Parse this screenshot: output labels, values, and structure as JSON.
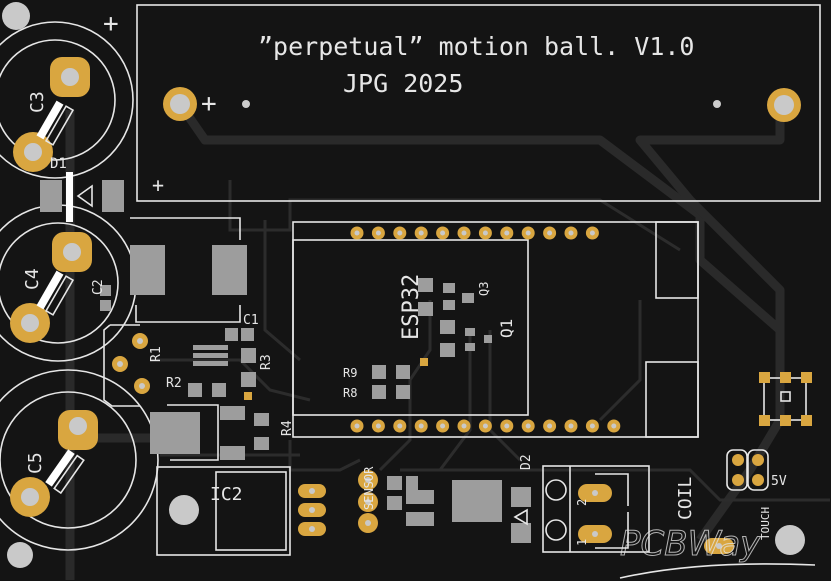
{
  "board": {
    "title_line1": "”perpetual” motion ball. V1.0",
    "title_line2": "JPG 2025",
    "colors": {
      "substrate": "#141414",
      "silkscreen": "#e6e6e6",
      "copper_pad": "#d9a640",
      "smd_pad": "#9d9d9d",
      "trace": "#2c2c2c"
    }
  },
  "labels": {
    "c1": "C1",
    "c2": "C2",
    "c3": "C3",
    "c4": "C4",
    "c5": "C5",
    "d1": "D1",
    "d2": "D2",
    "r1": "R1",
    "r2": "R2",
    "r3": "R3",
    "r4": "R4",
    "r8": "R8",
    "r9": "R9",
    "q1": "Q1",
    "q3": "Q3",
    "esp32": "ESP32",
    "ic2": "IC2",
    "sensor": "SENSOR",
    "coil": "COIL",
    "pin1": "1",
    "pin2": "2",
    "v5": "5V",
    "touch": "TOUCH",
    "plus": "+"
  },
  "watermark": "PCBWay"
}
